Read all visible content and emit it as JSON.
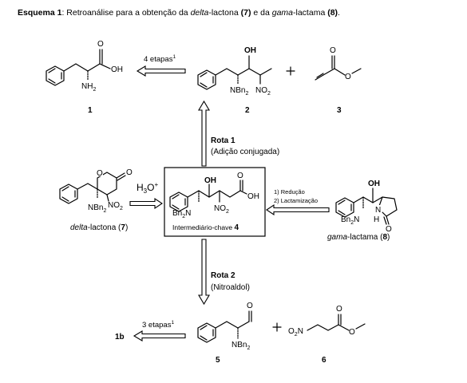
{
  "title": {
    "prefix": "Esquema 1",
    "main_a": ": Retroanálise para a obtenção da ",
    "delta": "delta",
    "main_b": "-lactona ",
    "ref7": "(7)",
    "main_c": " e da ",
    "gama": "gama",
    "main_d": "-lactama ",
    "ref8": "(8)",
    "end": "."
  },
  "reagents": {
    "r1_steps": "4 etapas",
    "r1_sup": "1",
    "r2_steps": "3 etapas",
    "r2_sup": "1",
    "acid": "H",
    "acid_sub": "3",
    "acid_o": "O",
    "acid_sup": "+",
    "red_1": "1) Redução",
    "red_2": "2) Lactamização"
  },
  "routes": {
    "rota1": "Rota 1",
    "rota1_desc": "(Adição conjugada)",
    "rota2": "Rota 2",
    "rota2_desc": "(Nitroaldol)"
  },
  "compounds": {
    "c1": "1",
    "c2": "2",
    "c3": "3",
    "c5": "5",
    "c6": "6",
    "c1b": "1b",
    "key_label": "Intermediário-chave",
    "key_num": "4",
    "c7_it": "delta",
    "c7_rest": "-lactona (",
    "c7_num": "7",
    "c7_close": ")",
    "c8_it": "gama",
    "c8_rest": "-lactama (",
    "c8_num": "8",
    "c8_close": ")"
  },
  "atoms": {
    "oh": "OH",
    "o": "O",
    "h": "H",
    "n": "N",
    "nh2": "NH",
    "no2": "NO",
    "nbn2": "NBn",
    "bn2n": "Bn",
    "two": "2",
    "o2n": "O",
    "o2n_n": "N"
  }
}
